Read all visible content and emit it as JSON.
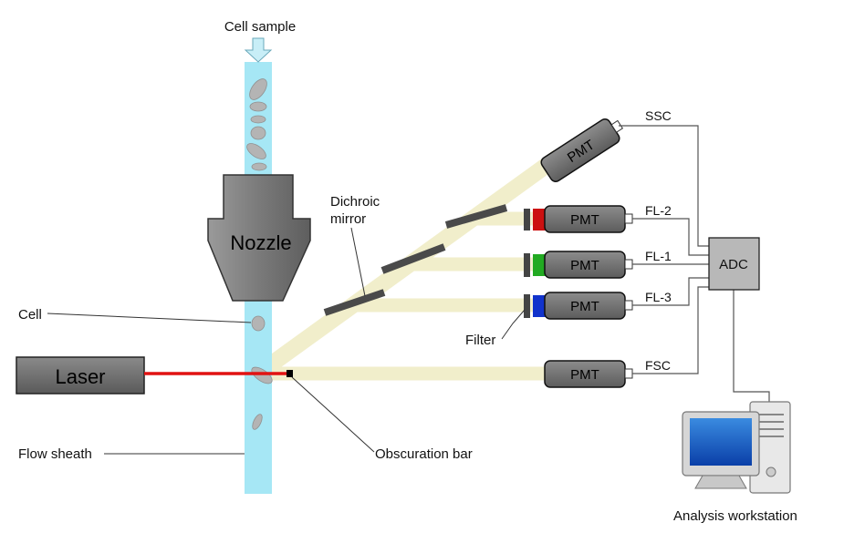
{
  "labels": {
    "cell_sample": "Cell sample",
    "nozzle": "Nozzle",
    "cell": "Cell",
    "laser": "Laser",
    "flow_sheath": "Flow sheath",
    "obscuration_bar": "Obscuration bar",
    "dichroic_line1": "Dichroic",
    "dichroic_line2": "mirror",
    "filter": "Filter",
    "adc": "ADC",
    "analysis_workstation": "Analysis workstation"
  },
  "detectors": [
    {
      "pmt": "PMT",
      "channel": "SSC"
    },
    {
      "pmt": "PMT",
      "channel": "FL-2",
      "filter_color": "#cc1111"
    },
    {
      "pmt": "PMT",
      "channel": "FL-1",
      "filter_color": "#22aa22"
    },
    {
      "pmt": "PMT",
      "channel": "FL-3",
      "filter_color": "#1133cc"
    },
    {
      "pmt": "PMT",
      "channel": "FSC"
    }
  ],
  "colors": {
    "sheath": "#a6e7f5",
    "laser_beam": "#e11212",
    "light_path": "#f3f0cf",
    "pmt_body": "#6e6e6e",
    "mirror": "#4a4a4a",
    "adc_fill": "#b8b8b8"
  }
}
